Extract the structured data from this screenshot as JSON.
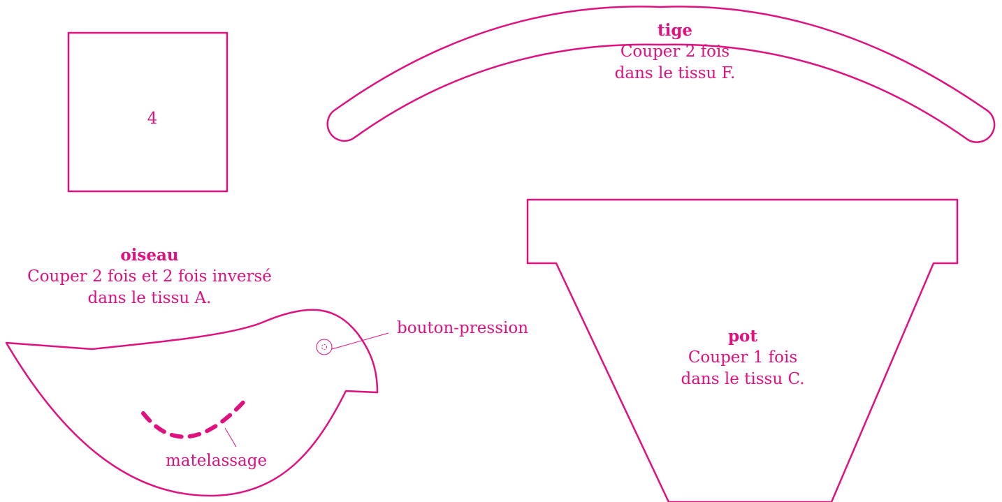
{
  "accent_color": "#e0107f",
  "square": {
    "number": "4"
  },
  "tige": {
    "title": "tige",
    "line1": "Couper 2 fois",
    "line2": "dans le tissu F."
  },
  "oiseau": {
    "title": "oiseau",
    "line1": "Couper 2 fois et 2 fois inversé",
    "line2": "dans le tissu A.",
    "snap_label": "bouton-pression",
    "quilting_label": "matelassage"
  },
  "pot": {
    "title": "pot",
    "line1": "Couper 1 fois",
    "line2": "dans le tissu C."
  }
}
